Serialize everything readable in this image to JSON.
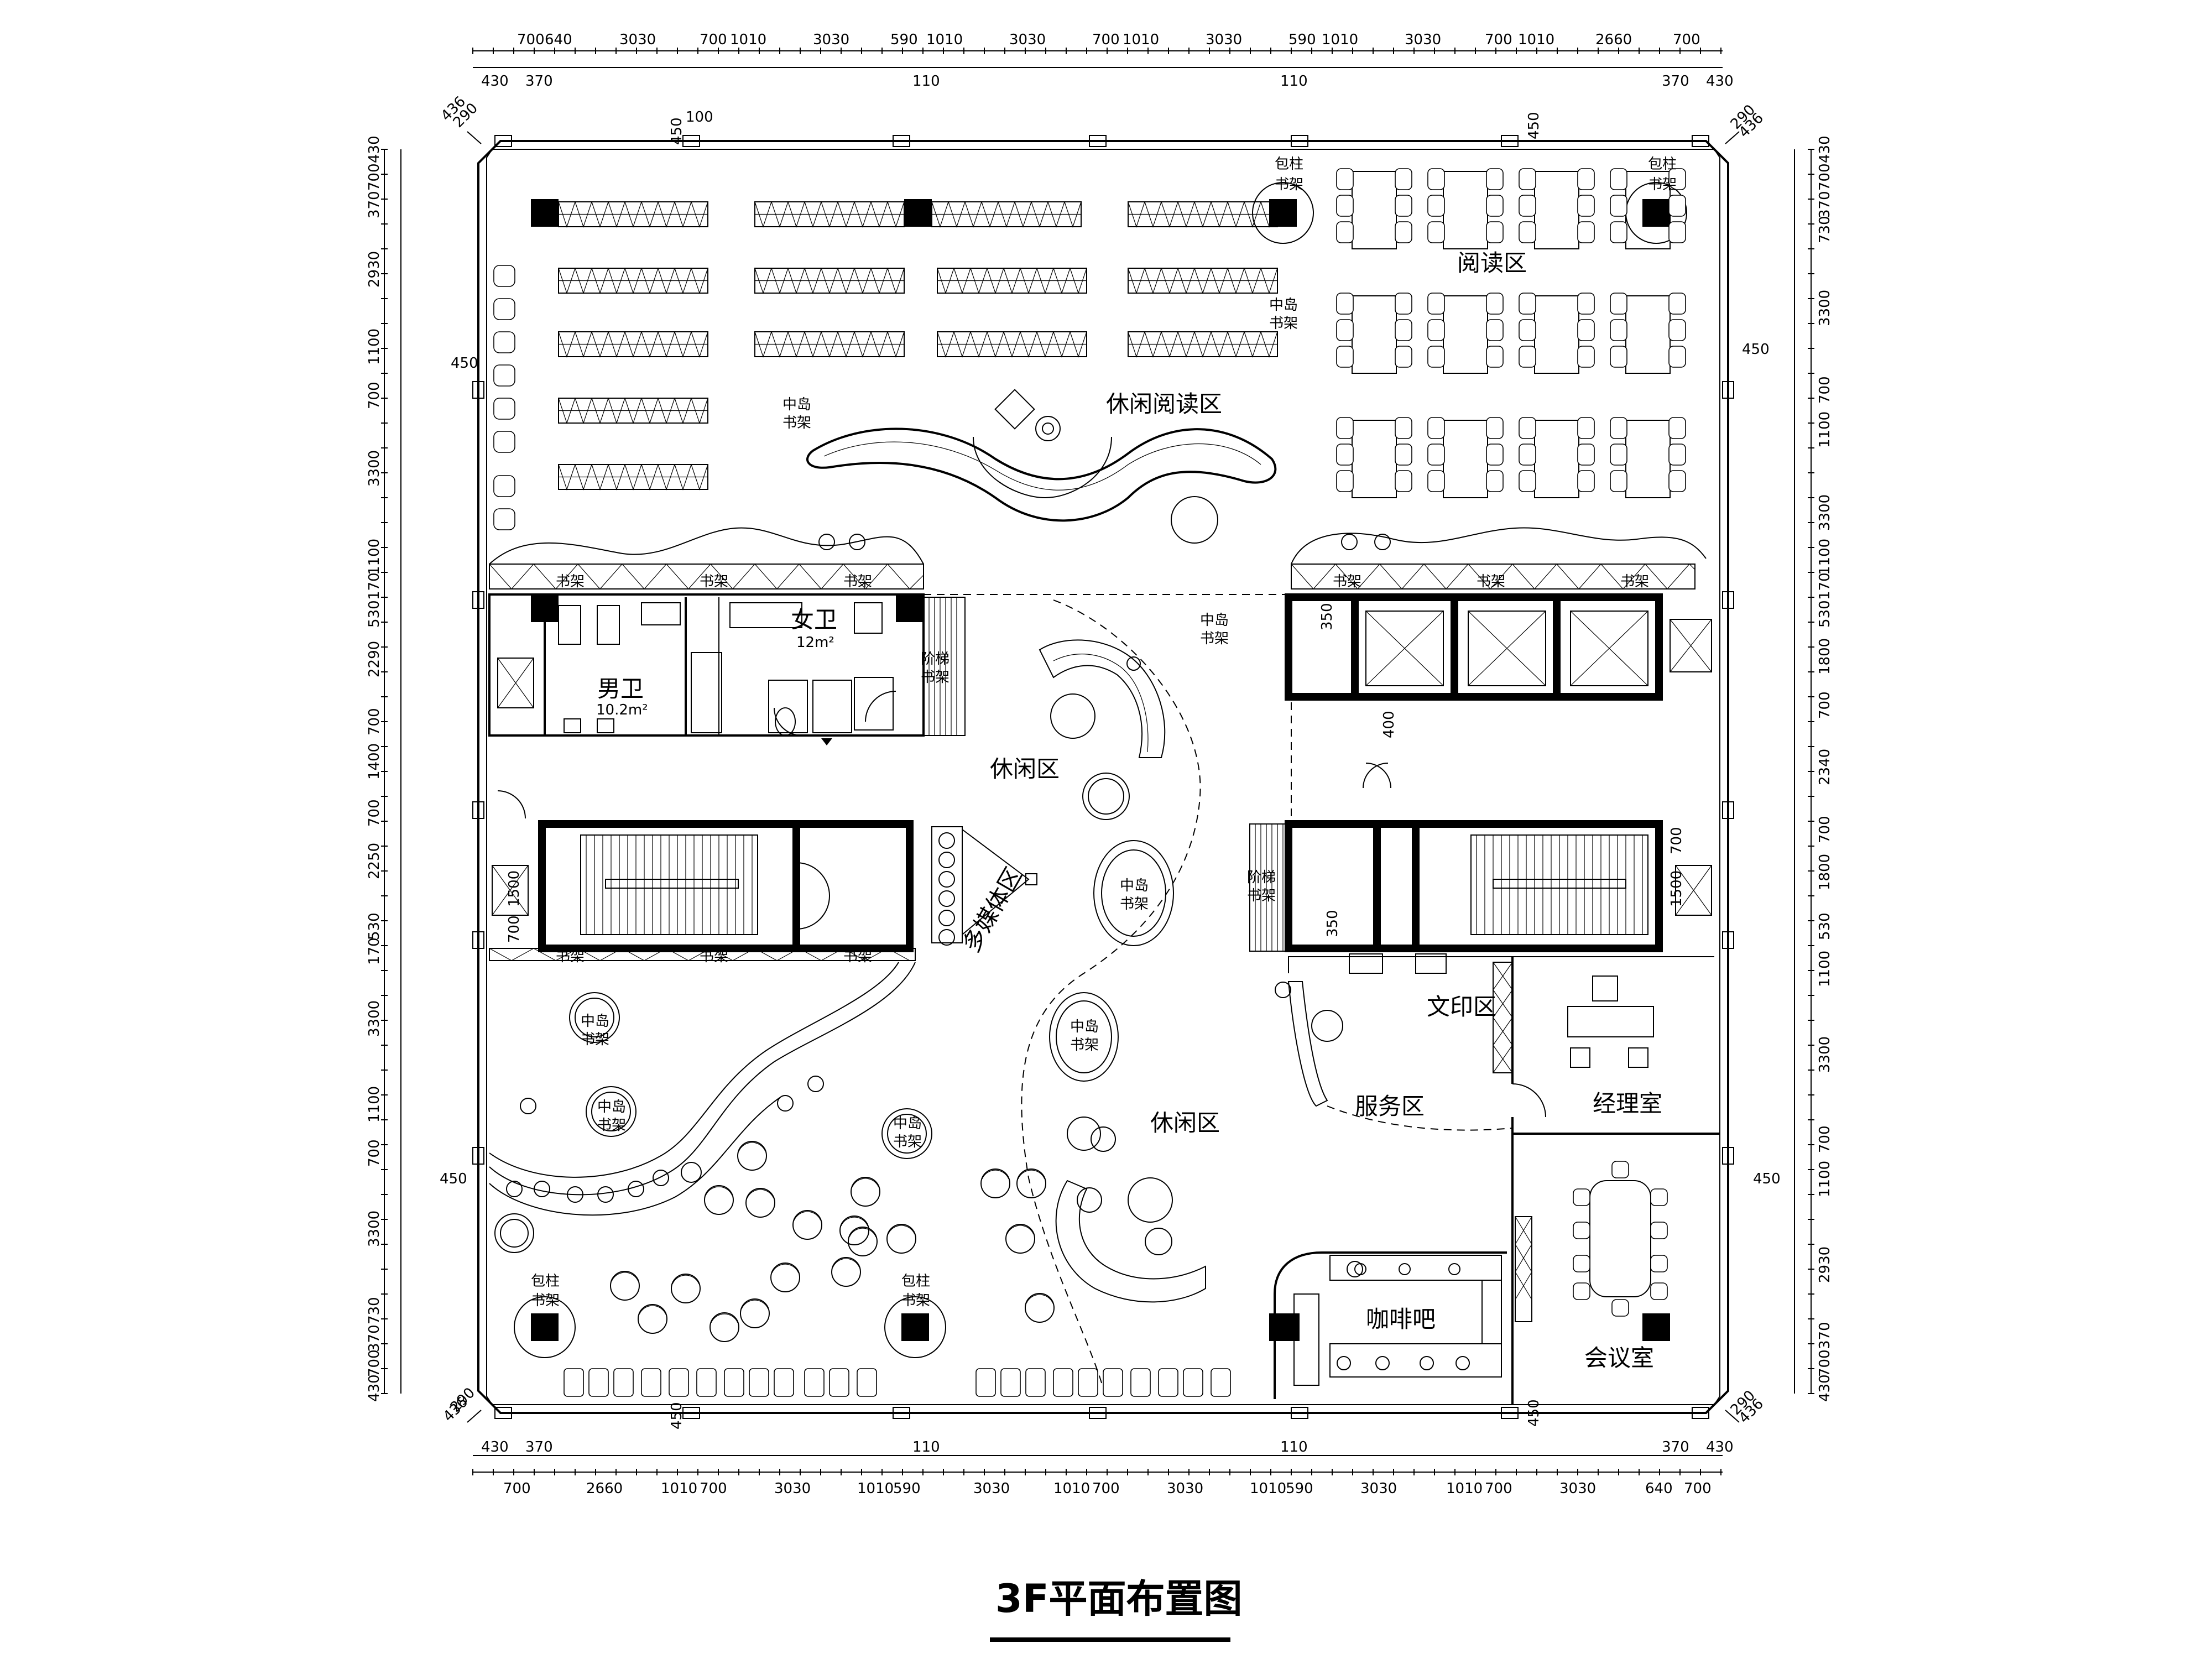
{
  "title": "3F平面布置图",
  "dimensions": {
    "top_outer": [
      "700",
      "640",
      "3030",
      "700",
      "1010",
      "3030",
      "590",
      "1010",
      "3030",
      "700",
      "1010",
      "3030",
      "590",
      "1010",
      "3030",
      "700",
      "1010",
      "2660",
      "700"
    ],
    "top_inner": [
      "430",
      "370",
      "110",
      "110",
      "370",
      "430"
    ],
    "bottom_outer": [
      "700",
      "2660",
      "1010",
      "700",
      "3030",
      "1010",
      "590",
      "3030",
      "1010",
      "700",
      "3030",
      "1010",
      "590",
      "3030",
      "1010",
      "700",
      "3030",
      "640",
      "700"
    ],
    "bottom_inner": [
      "430",
      "370",
      "110",
      "110",
      "370",
      "430"
    ],
    "left": [
      "430",
      "700",
      "370",
      "2930",
      "1100",
      "700",
      "3300",
      "1100",
      "170",
      "530",
      "2290",
      "700",
      "1400",
      "700",
      "2250",
      "530",
      "170",
      "3300",
      "1100",
      "700",
      "3300",
      "730",
      "370",
      "700",
      "430"
    ],
    "right": [
      "430",
      "700",
      "370",
      "730",
      "3300",
      "700",
      "1100",
      "3300",
      "1100",
      "170",
      "530",
      "1800",
      "700",
      "2340",
      "700",
      "1800",
      "530",
      "1100",
      "3300",
      "700",
      "1100",
      "2930",
      "370",
      "700",
      "430"
    ],
    "misc": [
      "450",
      "100",
      "436",
      "290",
      "350",
      "400",
      "1500",
      "700"
    ]
  },
  "rooms": {
    "reading_area": "阅读区",
    "leisure_reading": "休闲阅读区",
    "men_toilet": "男卫",
    "men_toilet_area": "10.2m²",
    "women_toilet": "女卫",
    "women_toilet_area": "12m²",
    "leisure_1": "休闲区",
    "leisure_2": "休闲区",
    "multimedia": "多媒体区",
    "print_area": "文印区",
    "service_area": "服务区",
    "manager_room": "经理室",
    "coffee_bar": "咖啡吧",
    "meeting_room": "会议室"
  },
  "fixture_labels": {
    "wrapped_column": "包柱",
    "bookshelf": "书架",
    "island": "中岛",
    "step": "阶梯"
  }
}
